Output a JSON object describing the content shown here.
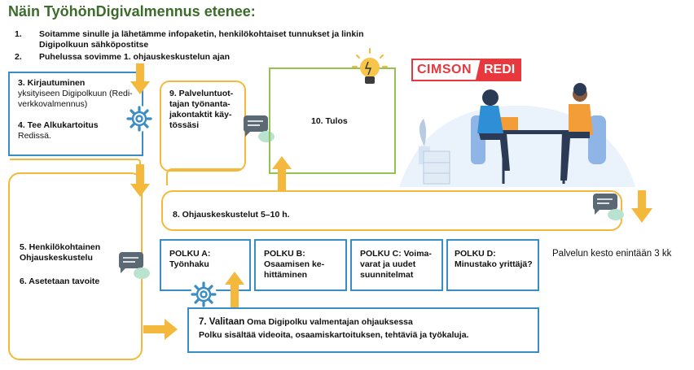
{
  "title": "Näin TyöhönDigivalmennus etenee:",
  "intro": [
    {
      "num": "1.",
      "text": "Soitamme sinulle ja lähetämme infopaketin, henkilökohtaiset tunnukset ja linkin Digipolkuun sähköpostitse"
    },
    {
      "num": "2.",
      "text": "Puhelussa sovimme 1. ohjauskeskustelun ajan"
    }
  ],
  "step3": {
    "bold": "3. Kirjautuminen",
    "rest": "yksityiseen Digipolkuun (Redi-verkkovalmennus)"
  },
  "step4": {
    "bold": "4. Tee Alkukartoitus",
    "rest": "Redissä."
  },
  "step9": "9. Palveluntuot-tajan työnanta-jakontaktit käy-tössäsi",
  "step10": "10. Tulos",
  "step8": "8. Ohjauskeskustelut 5–10 h.",
  "step5": "5. Henkilökohtainen Ohjauskeskustelu",
  "step6": "6. Asetetaan tavoite",
  "paths": [
    {
      "label": "POLKU A: Työnhaku"
    },
    {
      "label": "POLKU B: Osaamisen ke-hittäminen"
    },
    {
      "label": "POLKU C: Voima-varat ja uudet suunnitelmat"
    },
    {
      "label": "POLKU D: Minustako yrittäjä?"
    }
  ],
  "step7": {
    "bold": "7. Valitaan",
    "rest": " Oma Digipolku valmentajan ohjauksessa",
    "line2": "Polku sisältää videoita, osaamiskartoituksen, tehtäviä ja työkaluja."
  },
  "duration": "Palvelun kesto enintään 3 kk",
  "logo": {
    "left": "CIMSON",
    "right": "REDI",
    "color": "#e8383d"
  },
  "colors": {
    "blue": "#3a8cc4",
    "orange": "#f4b93c",
    "green": "#92c353",
    "title": "#3d6b2c"
  }
}
